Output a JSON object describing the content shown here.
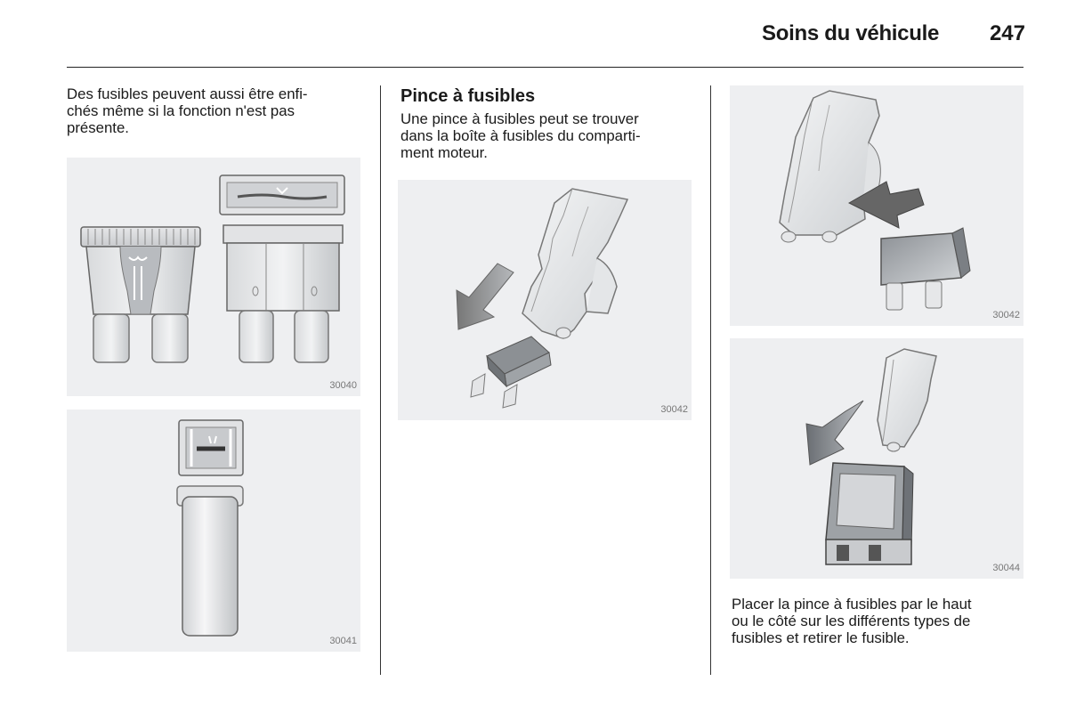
{
  "header": {
    "section_title": "Soins du véhicule",
    "page_number": "247"
  },
  "col1": {
    "text": "Des fusibles peuvent aussi être enfi-\nchés même si la fonction n'est pas\nprésente.",
    "fig1_code": "30040",
    "fig2_code": "30041"
  },
  "col2": {
    "heading": "Pince à fusibles",
    "text": "Une pince à fusibles peut se trouver\ndans la boîte à fusibles du comparti-\nment moteur.",
    "fig_code": "30042"
  },
  "col3": {
    "fig1_code": "30042",
    "fig2_code": "30044",
    "text": "Placer la pince à fusibles par le haut\nou le côté sur les différents types de\nfusibles et retirer le fusible."
  }
}
